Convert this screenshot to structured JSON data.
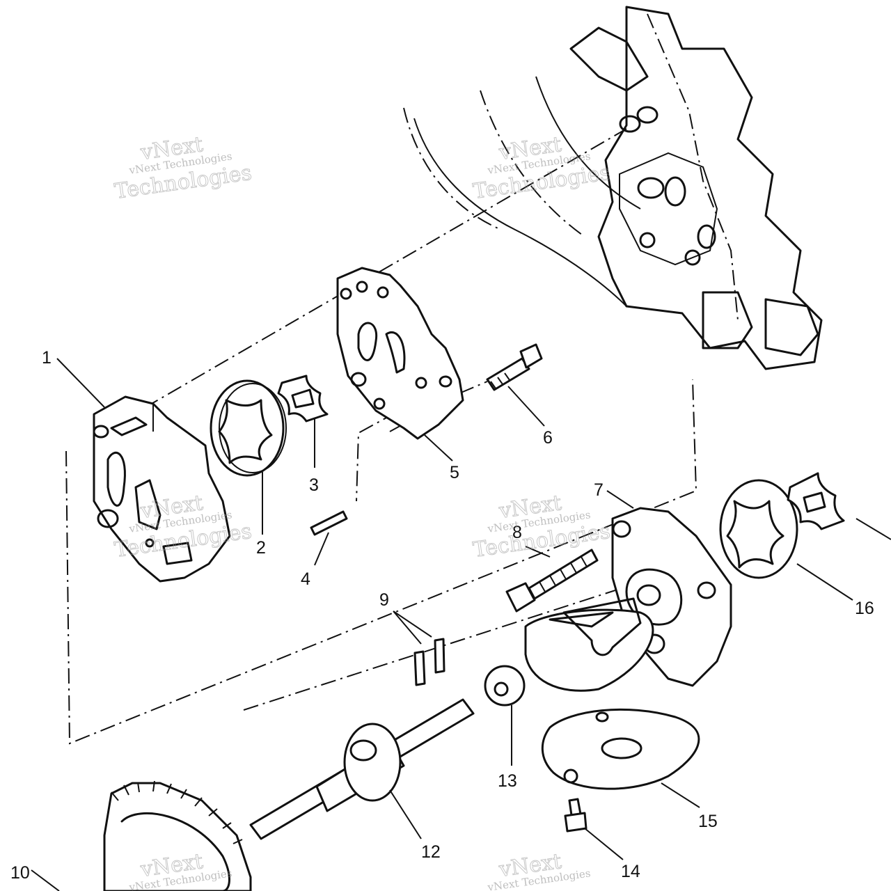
{
  "callouts": [
    {
      "id": "1",
      "label": "1"
    },
    {
      "id": "2",
      "label": "2"
    },
    {
      "id": "3",
      "label": "3"
    },
    {
      "id": "4",
      "label": "4"
    },
    {
      "id": "5",
      "label": "5"
    },
    {
      "id": "6",
      "label": "6"
    },
    {
      "id": "7",
      "label": "7"
    },
    {
      "id": "8",
      "label": "8"
    },
    {
      "id": "9",
      "label": "9"
    },
    {
      "id": "10",
      "label": "10"
    },
    {
      "id": "12",
      "label": "12"
    },
    {
      "id": "13",
      "label": "13"
    },
    {
      "id": "14",
      "label": "14"
    },
    {
      "id": "15",
      "label": "15"
    },
    {
      "id": "16",
      "label": "16"
    }
  ],
  "watermark": {
    "line1": "vNext Technologies",
    "line2": "Technologies",
    "line3": "vNext"
  },
  "colors": {
    "ink": "#111111",
    "watermark": "#8a8a8a",
    "background": "#ffffff"
  }
}
